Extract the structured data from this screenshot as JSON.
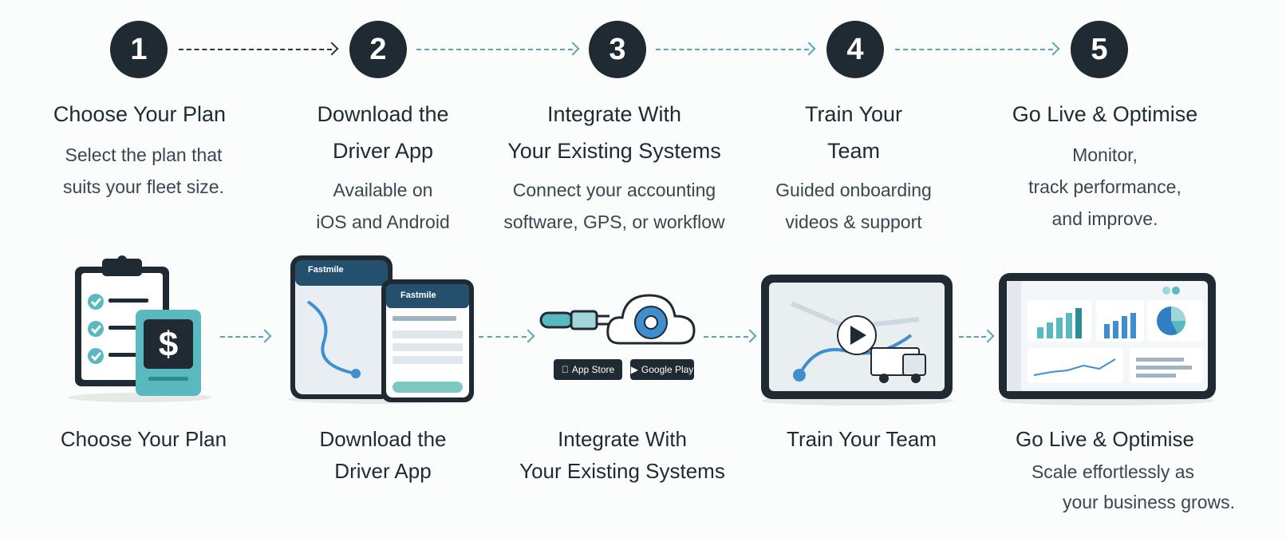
{
  "colors": {
    "dark": "#1f2a33",
    "teal": "#5ab8bf",
    "blue": "#2f7fc2",
    "accent_dashed": "#5aa6b0"
  },
  "steps": [
    {
      "number": "1",
      "title": "Choose Your Plan",
      "description": [
        "Select the plan that",
        "suits your fleet size."
      ],
      "bottom_title": [
        "Choose Your Plan"
      ],
      "bottom_desc": []
    },
    {
      "number": "2",
      "title_lines": [
        "Download the",
        "Driver App"
      ],
      "description": [
        "Available on",
        "iOS and Android"
      ],
      "bottom_title": [
        "Download the",
        "Driver App"
      ],
      "bottom_desc": []
    },
    {
      "number": "3",
      "title_lines": [
        "Integrate With",
        "Your Existing Systems"
      ],
      "description": [
        "Connect your accounting",
        "software, GPS, or workflow"
      ],
      "bottom_title": [
        "Integrate With",
        "Your Existing Systems"
      ],
      "bottom_desc": []
    },
    {
      "number": "4",
      "title_lines": [
        "Train Your",
        "Team"
      ],
      "description": [
        "Guided onboarding",
        "videos & support"
      ],
      "bottom_title": [
        "Train Your Team"
      ],
      "bottom_desc": []
    },
    {
      "number": "5",
      "title": "Go Live & Optimise",
      "description": [
        "Monitor,",
        "track performance,",
        "and improve."
      ],
      "bottom_title": [
        "Go Live & Optimise"
      ],
      "bottom_desc": [
        "Scale effortlessly as",
        "your business grows."
      ]
    }
  ],
  "illustrations": {
    "plan_icon": "clipboard-dollar-icon",
    "phone_app_name": "Fastmile",
    "integrate_icons": [
      "plug-icon",
      "cloud-gear-icon"
    ],
    "store_badges": [
      "App Store",
      "Google Play"
    ],
    "train_icon": "play-video-icon",
    "dashboard_icon": "analytics-dashboard-icon"
  }
}
